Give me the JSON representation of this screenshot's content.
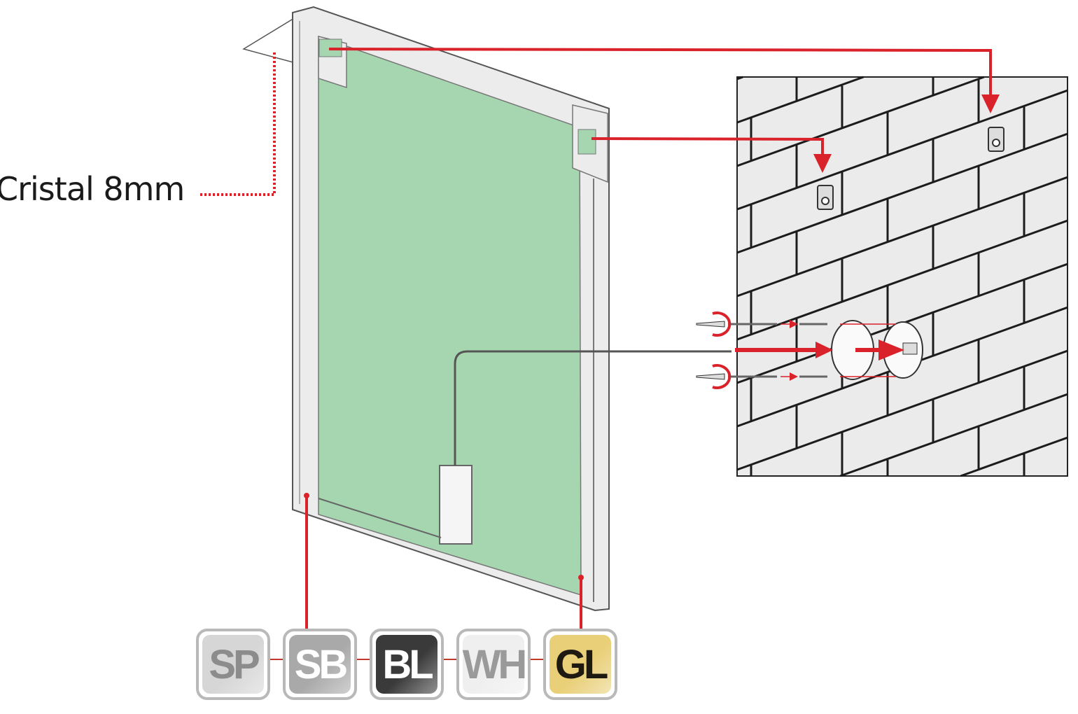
{
  "label": "Cristal 8mm",
  "finishes": [
    {
      "code": "SP",
      "bg": "#d6d6d6",
      "fg": "#8c8c8c"
    },
    {
      "code": "SB",
      "bg": "#a9a9a9",
      "fg": "#ffffff"
    },
    {
      "code": "BL",
      "bg": "#3a3a3a",
      "fg": "#ffffff"
    },
    {
      "code": "WH",
      "bg": "#efefef",
      "fg": "#9a9a9a"
    },
    {
      "code": "GL",
      "bg": "#e9cf78",
      "fg": "#1e1a12"
    }
  ],
  "colors": {
    "accent": "#d9222a",
    "glass": "#a6d6b0",
    "frame": "#ececec",
    "wall": "#ebebeb"
  }
}
